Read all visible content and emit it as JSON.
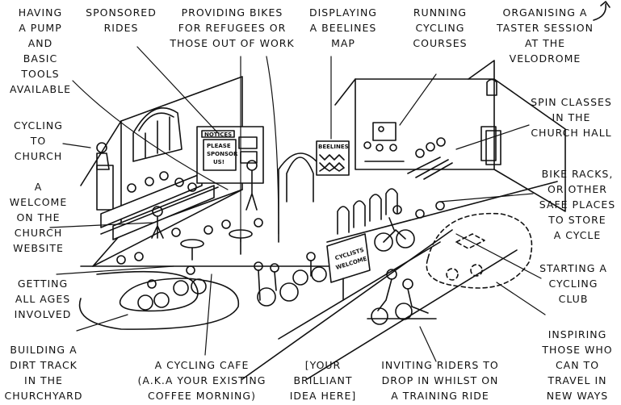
{
  "labels": {
    "pump": [
      "HAVING",
      "A PUMP",
      "AND",
      "BASIC",
      "TOOLS",
      "AVAILABLE"
    ],
    "sponsored": [
      "SPONSORED",
      "RIDES"
    ],
    "refugees": [
      "PROVIDING BIKES",
      "FOR REFUGEES OR",
      "THOSE OUT OF WORK"
    ],
    "map": [
      "DISPLAYING",
      "A BEELINES",
      "MAP"
    ],
    "courses": [
      "RUNNING",
      "CYCLING",
      "COURSES"
    ],
    "taster": [
      "ORGANISING A",
      "TASTER SESSION",
      "AT THE",
      "VELODROME"
    ],
    "spin": [
      "SPIN CLASSES",
      "IN THE",
      "CHURCH HALL"
    ],
    "racks": [
      "BIKE RACKS,",
      "OR OTHER",
      "SAFE PLACES",
      "TO STORE",
      "A CYCLE"
    ],
    "church": [
      "CYCLING",
      "TO",
      "CHURCH"
    ],
    "welcome": [
      "A",
      "WELCOME",
      "ON THE",
      "CHURCH",
      "WEBSITE"
    ],
    "ages": [
      "GETTING",
      "ALL AGES",
      "INVOLVED"
    ],
    "club": [
      "STARTING A",
      "CYCLING",
      "CLUB"
    ],
    "dirt": [
      "BUILDING A",
      "DIRT TRACK",
      "IN THE",
      "CHURCHYARD"
    ],
    "cafe": [
      "A CYCLING CAFE",
      "(A.K.A YOUR EXISTING",
      "COFFEE MORNING)"
    ],
    "idea": [
      "[YOUR",
      "BRILLIANT",
      "IDEA HERE]"
    ],
    "training": [
      "INVITING RIDERS TO",
      "DROP IN WHILST ON",
      "A TRAINING RIDE"
    ],
    "inspire": [
      "INSPIRING",
      "THOSE WHO",
      "CAN TO",
      "TRAVEL IN",
      "NEW WAYS"
    ]
  },
  "signs": {
    "notices": "NOTICES",
    "please": [
      "PLEASE",
      "SPONSOR",
      "US!"
    ],
    "beelines": "BEELINES",
    "cyclists_welcome": [
      "CYCLISTS",
      "WELCOME"
    ]
  }
}
